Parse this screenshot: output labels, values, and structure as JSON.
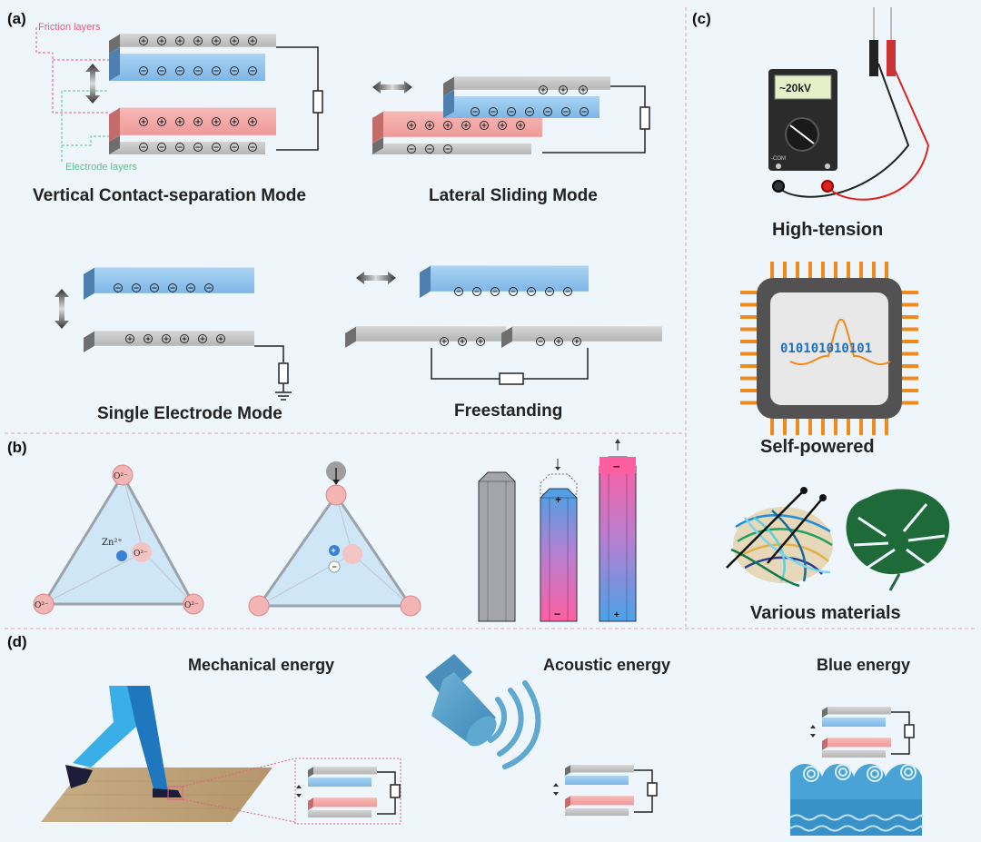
{
  "panels": {
    "a": {
      "tag": "(a)",
      "friction_label": "Friction layers",
      "electrode_label": "Electrode layers",
      "modes": {
        "vertical": "Vertical Contact-separation Mode",
        "lateral": "Lateral Sliding Mode",
        "single": "Single Electrode Mode",
        "freestanding": "Freestanding"
      }
    },
    "b": {
      "tag": "(b)",
      "ion_zn": "Zn²⁺",
      "ion_o": "O²⁻"
    },
    "c": {
      "tag": "(c)",
      "meter_display": "~20kV",
      "meter_com": "-COM",
      "chip_text": "010101010101",
      "captions": {
        "high_tension": "High-tension",
        "self_powered": "Self-powered",
        "materials": "Various materials"
      }
    },
    "d": {
      "tag": "(d)",
      "captions": {
        "mechanical": "Mechanical energy",
        "acoustic": "Acoustic energy",
        "blue": "Blue energy"
      }
    }
  },
  "colors": {
    "background": "#eef6fb",
    "divider": "#e8a0b0",
    "blue_layer": "#8fc3ec",
    "pink_layer": "#f2a3a3",
    "grey_layer": "#a0a0a0",
    "friction_label": "#e85a86",
    "electrode_label": "#5cc08a"
  },
  "icons": [
    "plus-symbol",
    "minus-symbol",
    "resistor-icon",
    "ground-icon",
    "double-arrow-icon",
    "multimeter-icon",
    "chip-icon",
    "yarn-icon",
    "leaf-icon",
    "walking-legs-icon",
    "speaker-icon",
    "wave-icon"
  ]
}
